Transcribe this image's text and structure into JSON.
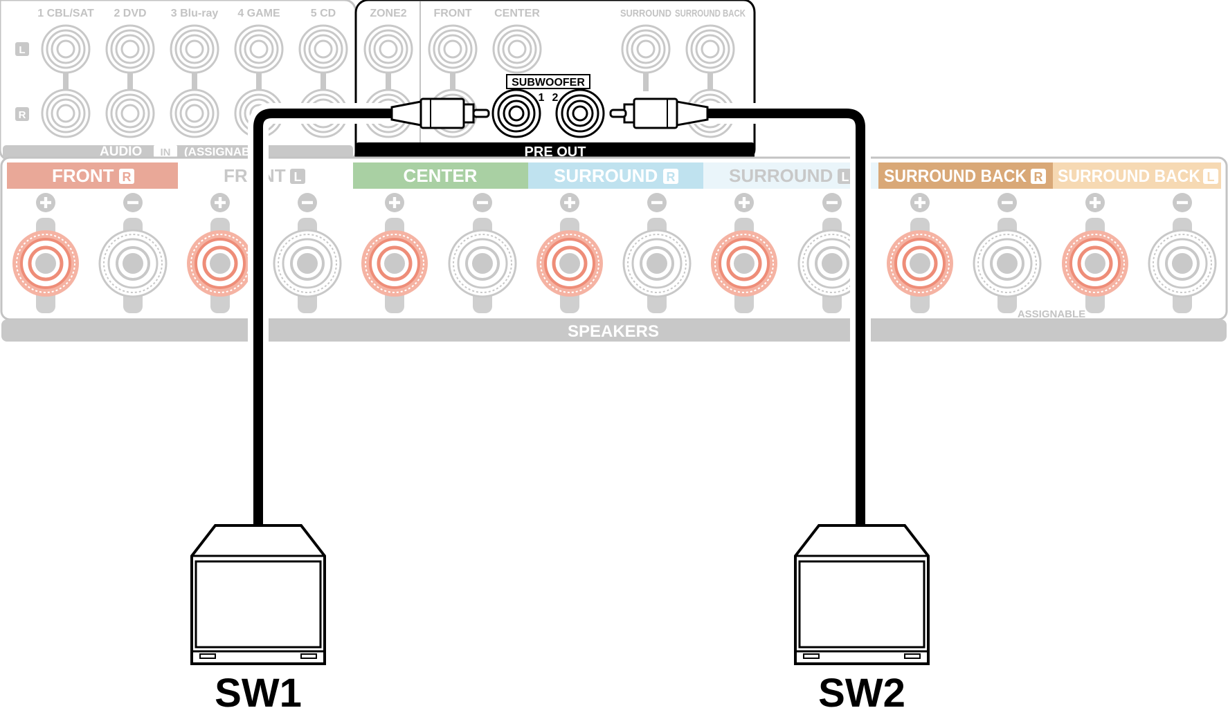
{
  "audio_in": {
    "inputs": [
      "1 CBL/SAT",
      "2 DVD",
      "3 Blu-ray",
      "4 GAME",
      "5 CD"
    ],
    "channel_left": "L",
    "channel_right": "R",
    "section_label": "AUDIO",
    "section_badge": "IN",
    "section_suffix": "(ASSIGNAB"
  },
  "pre_out": {
    "jacks": [
      "ZONE2",
      "FRONT",
      "CENTER",
      "SURROUND",
      "SURROUND BACK"
    ],
    "subwoofer_label": "SUBWOOFER",
    "sub_1": "1",
    "sub_2": "2",
    "section_label": "PRE OUT"
  },
  "speakers": {
    "channels": [
      {
        "label": "FRONT",
        "badge": "R",
        "color": "#e9a898"
      },
      {
        "label": "FRO",
        "label2": "NT",
        "badge": "L",
        "color": "#ffffff"
      },
      {
        "label": "CENTER",
        "badge": "",
        "color": "#a9d0a3"
      },
      {
        "label": "SURROUND",
        "badge": "R",
        "color": "#bfe2ef"
      },
      {
        "label": "SURROUND",
        "badge": "L",
        "color": "#eaf5fa"
      },
      {
        "label": "SURROUND BACK",
        "badge": "R",
        "color": "#d9a877"
      },
      {
        "label": "SURROUND BACK",
        "badge": "L",
        "color": "#f6d9b3"
      }
    ],
    "section_label": "SPEAKERS",
    "assignable": "ASSIGNABLE"
  },
  "subwoofers": {
    "sw1": "SW1",
    "sw2": "SW2"
  },
  "colors": {
    "panel_gray": "#c8c8c8",
    "panel_line": "#c3c3c3",
    "plus_red": "#ef9a86",
    "cable": "#000000"
  }
}
